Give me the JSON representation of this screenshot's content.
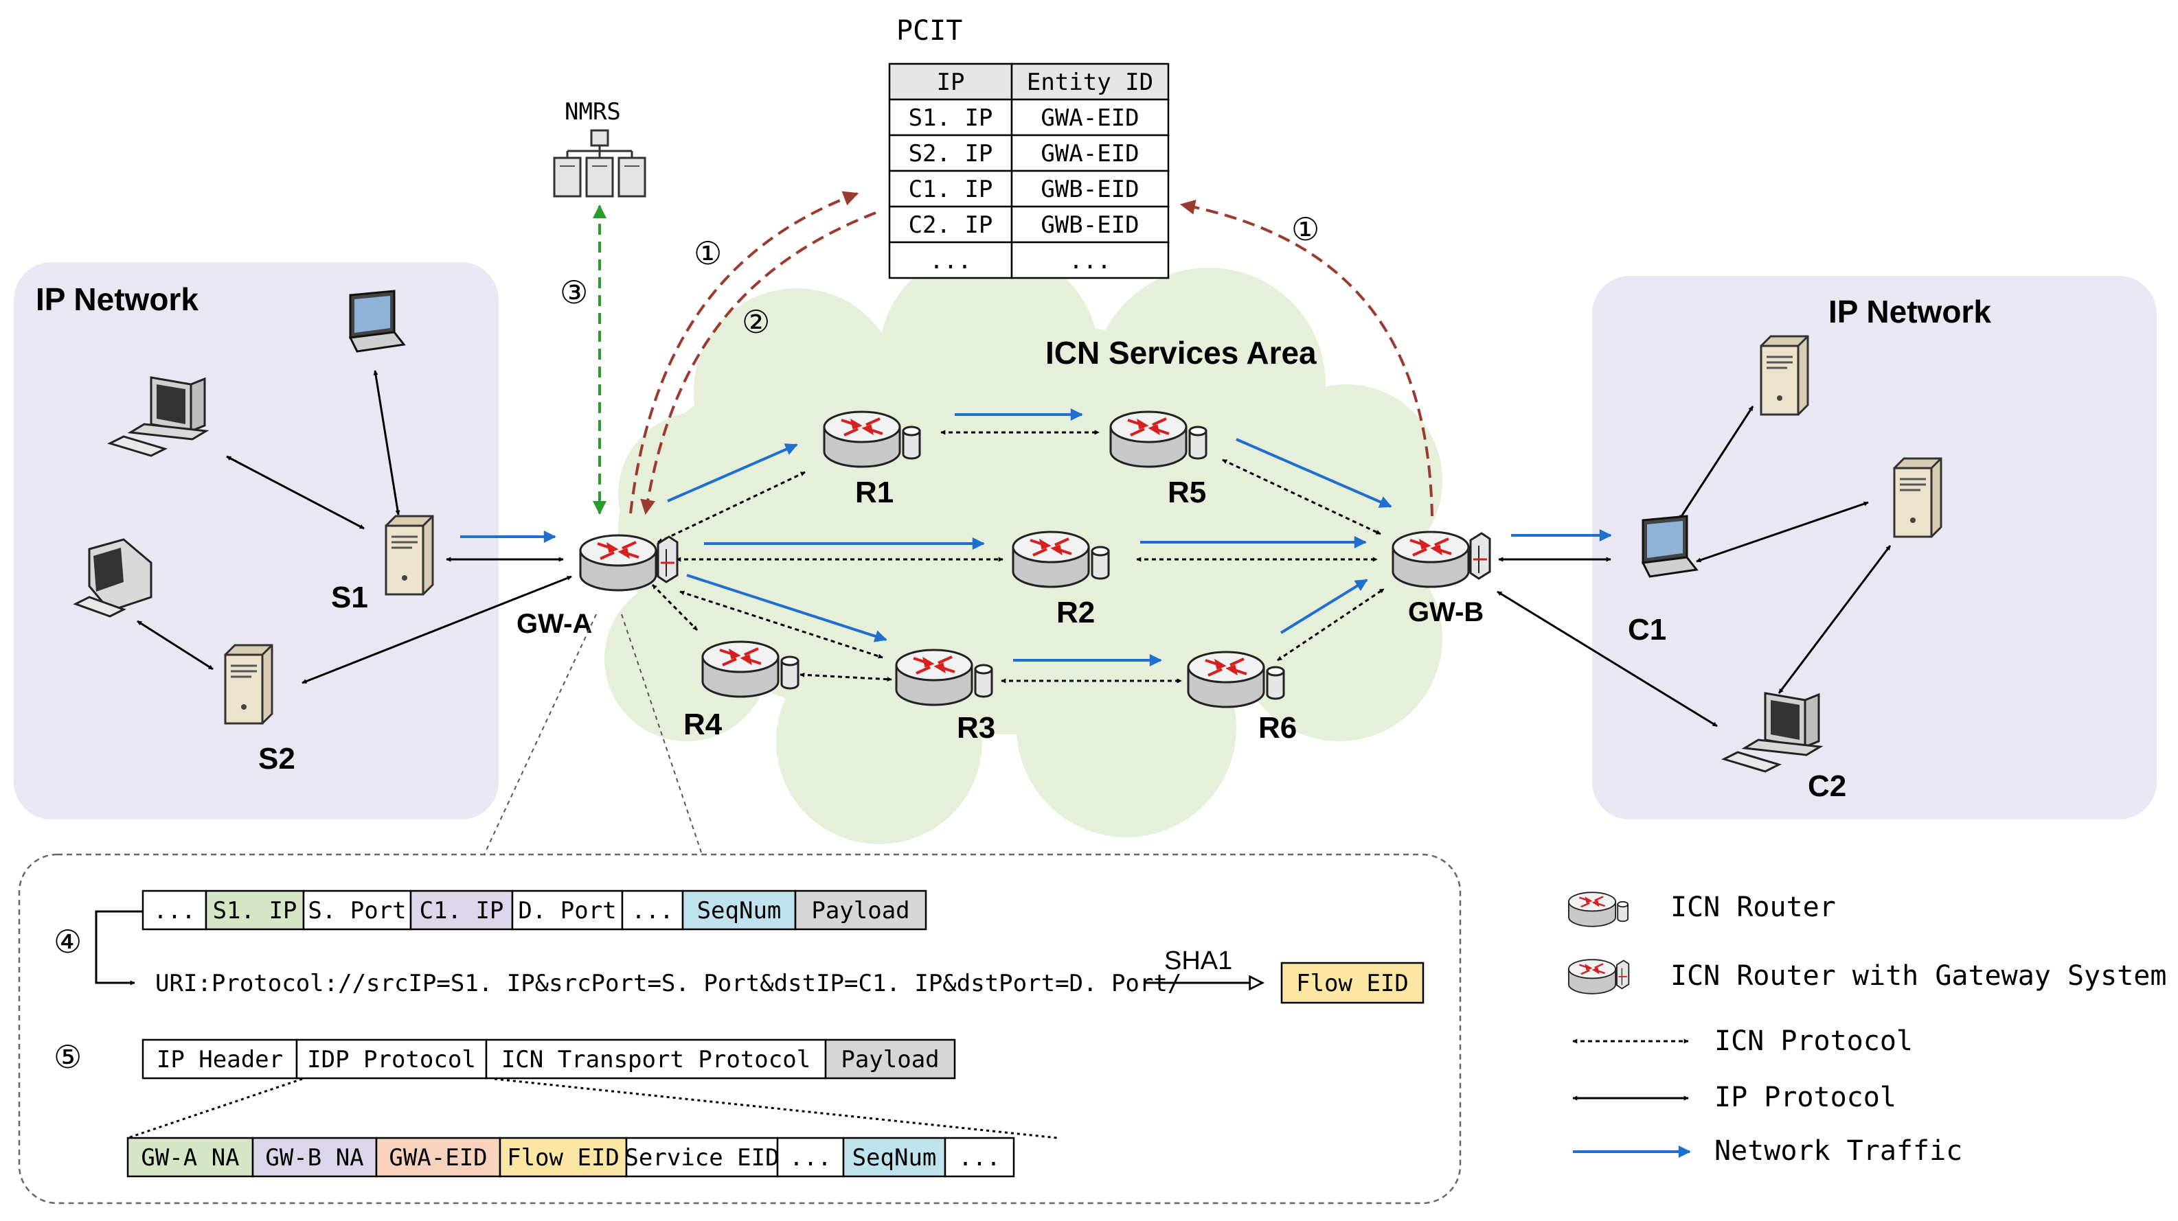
{
  "colors": {
    "ip_region": "#e9e7f1",
    "cloud": "#e6efd9",
    "ip_arrow": "#000000",
    "icn_arrow": "#000000",
    "traffic_arrow": "#1f6fd1",
    "pcit_arrow": "#9b3a2e",
    "nmrs_arrow": "#2a9a2a",
    "router_top": "#f2f2f2",
    "router_red": "#d62020",
    "seg_green": "#d6e6c4",
    "seg_purple": "#ddd6ea",
    "seg_cyan": "#bfe3ec",
    "seg_gray": "#d6d6d6",
    "seg_peach": "#f8d2bd",
    "seg_yellow": "#fbe6a3",
    "seg_lavender": "#dcd6ea"
  },
  "regions": {
    "left_title": "IP Network",
    "right_title": "IP Network",
    "icn_title": "ICN Services Area"
  },
  "nodes": {
    "s1": "S1",
    "s2": "S2",
    "c1": "C1",
    "c2": "C2",
    "gwa": "GW-A",
    "gwb": "GW-B",
    "r1": "R1",
    "r2": "R2",
    "r3": "R3",
    "r4": "R4",
    "r5": "R5",
    "r6": "R6",
    "nmrs": "NMRS"
  },
  "steps": {
    "s1": "①",
    "s2": "②",
    "s3": "③",
    "s4": "④",
    "s5": "⑤"
  },
  "pcit": {
    "title": "PCIT",
    "headers": [
      "IP",
      "Entity ID"
    ],
    "rows": [
      [
        "S1. IP",
        "GWA-EID"
      ],
      [
        "S2. IP",
        "GWA-EID"
      ],
      [
        "C1. IP",
        "GWB-EID"
      ],
      [
        "C2. IP",
        "GWB-EID"
      ],
      [
        "...",
        "..."
      ]
    ]
  },
  "packet1": [
    {
      "label": "...",
      "color": "#ffffff"
    },
    {
      "label": "S1. IP",
      "color": "#d6e6c4"
    },
    {
      "label": "S. Port",
      "color": "#ffffff"
    },
    {
      "label": "C1. IP",
      "color": "#ddd6ea"
    },
    {
      "label": "D. Port",
      "color": "#ffffff"
    },
    {
      "label": "...",
      "color": "#ffffff"
    },
    {
      "label": "SeqNum",
      "color": "#bfe3ec"
    },
    {
      "label": "Payload",
      "color": "#d6d6d6"
    }
  ],
  "uri_text": "URI:Protocol://srcIP=S1. IP&srcPort=S. Port&dstIP=C1. IP&dstPort=D. Port/",
  "sha_label": "SHA1",
  "flow_eid": "Flow EID",
  "packet2": [
    {
      "label": "IP Header",
      "color": "#ffffff"
    },
    {
      "label": "IDP Protocol",
      "color": "#ffffff"
    },
    {
      "label": "ICN Transport Protocol",
      "color": "#ffffff"
    },
    {
      "label": "Payload",
      "color": "#d6d6d6"
    }
  ],
  "packet3": [
    {
      "label": "GW-A NA",
      "color": "#d6e6c4"
    },
    {
      "label": "GW-B NA",
      "color": "#dcd6ea"
    },
    {
      "label": "GWA-EID",
      "color": "#f8d2bd"
    },
    {
      "label": "Flow EID",
      "color": "#fbe6a3"
    },
    {
      "label": "Service EID",
      "color": "#ffffff"
    },
    {
      "label": "...",
      "color": "#ffffff"
    },
    {
      "label": "SeqNum",
      "color": "#bfe3ec"
    },
    {
      "label": "...",
      "color": "#ffffff"
    }
  ],
  "legend": {
    "icn_router": "ICN Router",
    "gw_router": "ICN Router with Gateway System",
    "icn_protocol": "ICN Protocol",
    "ip_protocol": "IP Protocol",
    "network_traffic": "Network Traffic"
  }
}
